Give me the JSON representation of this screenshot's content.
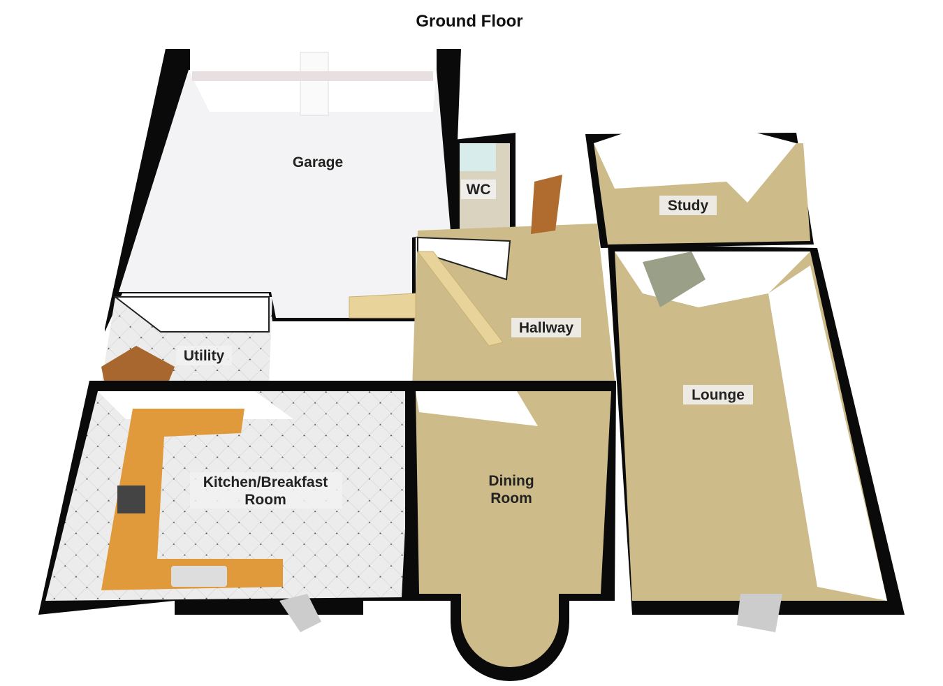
{
  "title": "Ground Floor",
  "rooms": {
    "garage": "Garage",
    "wc": "WC",
    "study": "Study",
    "hallway": "Hallway",
    "utility": "Utility",
    "lounge": "Lounge",
    "kitchen_line1": "Kitchen/Breakfast",
    "kitchen_line2": "Room",
    "dining_line1": "Dining",
    "dining_line2": "Room"
  },
  "colors": {
    "carpet": "#cdbb8a",
    "tile": "#e6e6e6",
    "garage_floor": "#f3f3f5",
    "wall": "#0a0a0a",
    "worktop": "#e09a3c"
  }
}
